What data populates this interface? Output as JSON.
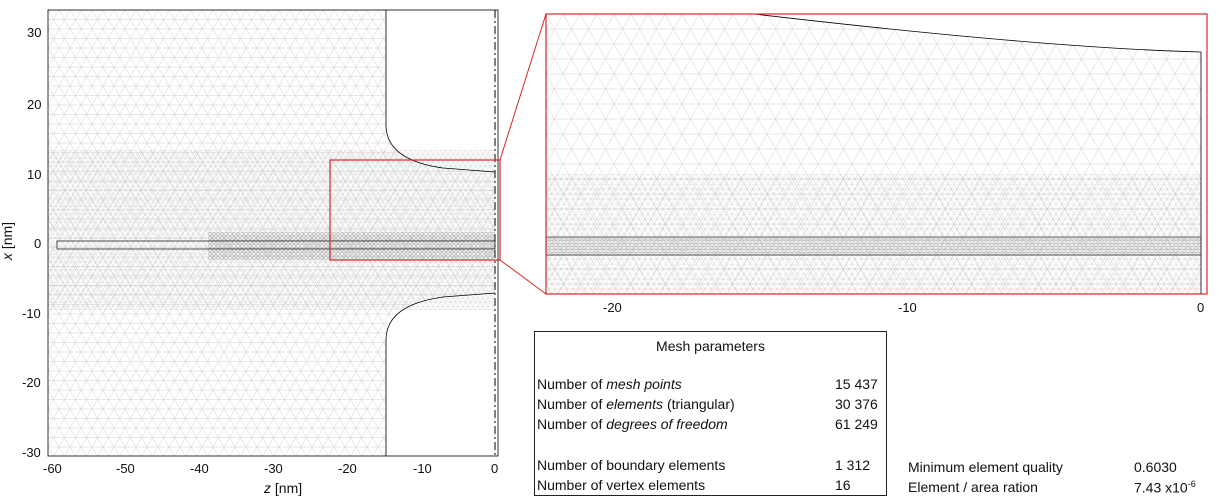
{
  "left_plot": {
    "x_ticks": [
      "-60",
      "-50",
      "-40",
      "-30",
      "-20",
      "-10",
      "0"
    ],
    "y_ticks": [
      "30",
      "20",
      "10",
      "0",
      "-10",
      "-20",
      "-30"
    ],
    "xlabel_var": "z",
    "xlabel_unit": "[nm]",
    "ylabel_var": "x",
    "ylabel_unit": "[nm]"
  },
  "zoom_plot": {
    "x_ticks": [
      "-20",
      "-10",
      "0"
    ]
  },
  "mesh_parameters": {
    "title": "Mesh parameters",
    "rows": [
      {
        "prefix": "Number of ",
        "emph": "mesh points",
        "suffix": "",
        "value": "15 437"
      },
      {
        "prefix": "Number of ",
        "emph": "elements",
        "suffix": " (triangular)",
        "value": "30 376"
      },
      {
        "prefix": "Number of ",
        "emph": "degrees of freedom",
        "suffix": "",
        "value": "61 249"
      },
      {
        "prefix": "Number of boundary elements",
        "emph": "",
        "suffix": "",
        "value": "1 312"
      },
      {
        "prefix": "Number of vertex elements",
        "emph": "",
        "suffix": "",
        "value": "16"
      }
    ]
  },
  "quality": {
    "min_label": "Minimum element quality",
    "min_value": "0.6030",
    "ratio_label": "Element / area ration",
    "ratio_value_base": "7.43 x10",
    "ratio_value_exp": "-6"
  },
  "colors": {
    "mesh": "#c4c4c4",
    "dense_mesh": "#a9a9a9",
    "zoom_frame": "#d62728",
    "boundary": "#000000"
  }
}
